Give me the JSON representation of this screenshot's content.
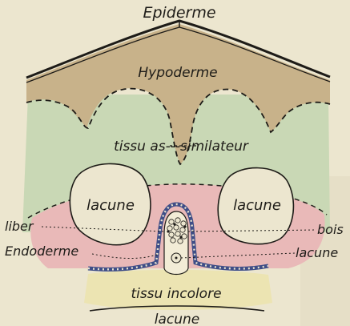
{
  "labels": {
    "epiderme": "Epiderme",
    "hypoderme": "Hypoderme",
    "tissu_assimilateur": "tissu as-‑-similateur",
    "lacune_left": "lacune",
    "lacune_right": "lacune",
    "liber": "liber",
    "bois": "bois",
    "endoderme": "Endoderme",
    "lacune_small_right": "lacune",
    "tissu_incolore": "tissu incolore",
    "lacune_bottom": "lacune"
  },
  "colors": {
    "paper": "#ece6cf",
    "hypoderme_fill": "#c8b28a",
    "assimilateur_fill": "#c9d8b5",
    "liber_fill": "#e9b9b8",
    "incolore_fill": "#ece4b2",
    "endoderme_band": "#3f4e87",
    "ink": "#1e1c18"
  }
}
